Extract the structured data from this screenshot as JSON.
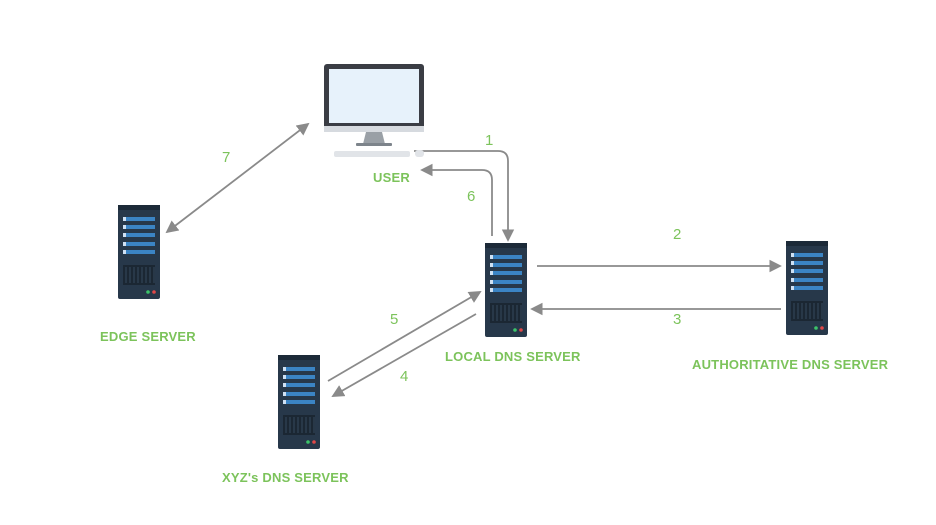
{
  "colors": {
    "label": "#7cc35b",
    "arrow": "#8a8a8a",
    "server_body": "#27384a",
    "server_bar": "#3b84c4",
    "led_green": "#3cc46a",
    "led_red": "#e04848",
    "monitor_frame": "#3a3d44",
    "monitor_screen": "#e7f2fb",
    "monitor_stand": "#9aa0a6",
    "keyboard": "#e1e4e8"
  },
  "nodes": {
    "user": {
      "label": "USER",
      "icon": "desktop-computer-icon"
    },
    "edge": {
      "label": "EDGE SERVER",
      "icon": "server-icon"
    },
    "local_dns": {
      "label": "LOCAL DNS SERVER",
      "icon": "server-icon"
    },
    "authoritative_dns": {
      "label": "AUTHORITATIVE DNS SERVER",
      "icon": "server-icon"
    },
    "xyz_dns": {
      "label": "XYZ's DNS SERVER",
      "icon": "server-icon"
    }
  },
  "steps": [
    {
      "number": "1",
      "from": "USER",
      "to": "LOCAL DNS SERVER"
    },
    {
      "number": "2",
      "from": "LOCAL DNS SERVER",
      "to": "AUTHORITATIVE DNS SERVER"
    },
    {
      "number": "3",
      "from": "AUTHORITATIVE DNS SERVER",
      "to": "LOCAL DNS SERVER"
    },
    {
      "number": "4",
      "from": "LOCAL DNS SERVER",
      "to": "XYZ's DNS SERVER"
    },
    {
      "number": "5",
      "from": "XYZ's DNS SERVER",
      "to": "LOCAL DNS SERVER"
    },
    {
      "number": "6",
      "from": "LOCAL DNS SERVER",
      "to": "USER"
    },
    {
      "number": "7",
      "from": "USER",
      "to": "EDGE SERVER",
      "bidirectional": true
    }
  ]
}
